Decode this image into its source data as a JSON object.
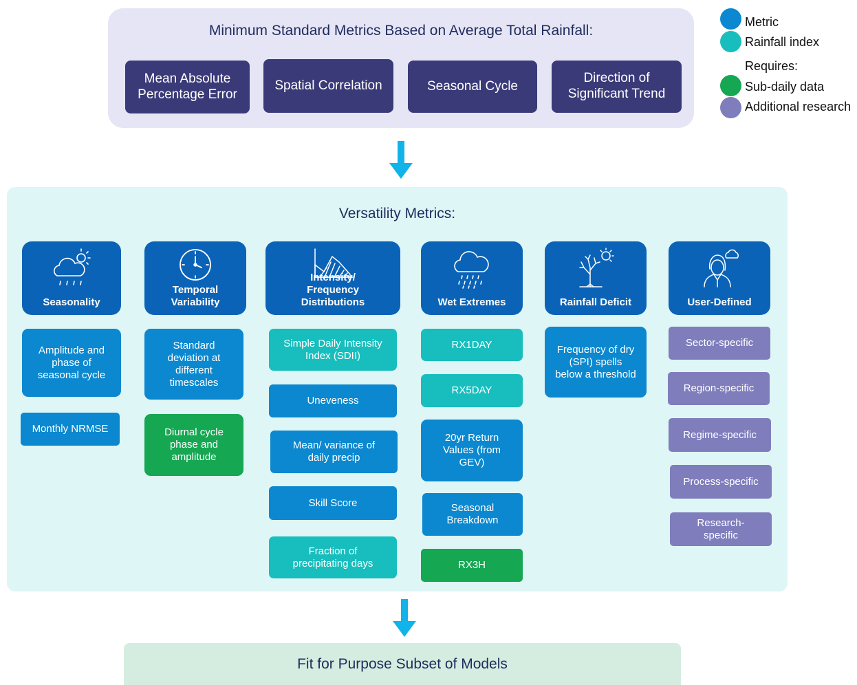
{
  "colors": {
    "metric": "#0b88cf",
    "rainfall_index": "#17bebd",
    "sub_daily": "#15a752",
    "additional_research": "#7f7dbc",
    "header": "#0a63b7",
    "minimum_box": "#3a3a78",
    "arrow": "#12b3e8"
  },
  "minimum": {
    "title": "Minimum Standard Metrics Based on Average Total Rainfall:",
    "boxes": [
      "Mean Absolute Percentage Error",
      "Spatial Correlation",
      "Seasonal Cycle",
      "Direction of Significant Trend"
    ]
  },
  "versatility": {
    "title": "Versatility Metrics:",
    "columns": [
      {
        "header": "Seasonality",
        "icon": "cloud-sun-rain-icon",
        "items": [
          {
            "text": "Amplitude and phase of seasonal cycle",
            "kind": "metric"
          },
          {
            "text": "Monthly NRMSE",
            "kind": "metric"
          }
        ]
      },
      {
        "header": "Temporal Variability",
        "icon": "clock-icon",
        "items": [
          {
            "text": "Standard deviation at different timescales",
            "kind": "metric"
          },
          {
            "text": "Diurnal cycle phase and amplitude",
            "kind": "sub-daily"
          }
        ]
      },
      {
        "header": "Intensity/ Frequency Distributions",
        "icon": "distribution-chart-icon",
        "items": [
          {
            "text": "Simple Daily Intensity Index (SDII)",
            "kind": "rainfall-index"
          },
          {
            "text": "Uneveness",
            "kind": "metric"
          },
          {
            "text": "Mean/ variance of daily precip",
            "kind": "metric"
          },
          {
            "text": "Skill Score",
            "kind": "metric"
          },
          {
            "text": "Fraction of precipitating days",
            "kind": "rainfall-index"
          }
        ]
      },
      {
        "header": "Wet Extremes",
        "icon": "heavy-rain-cloud-icon",
        "items": [
          {
            "text": "RX1DAY",
            "kind": "rainfall-index"
          },
          {
            "text": "RX5DAY",
            "kind": "rainfall-index"
          },
          {
            "text": "20yr Return Values (from GEV)",
            "kind": "metric"
          },
          {
            "text": "Seasonal Breakdown",
            "kind": "metric"
          },
          {
            "text": "RX3H",
            "kind": "sub-daily"
          }
        ]
      },
      {
        "header": "Rainfall Deficit",
        "icon": "dry-tree-sun-icon",
        "items": [
          {
            "text": "Frequency of dry (SPI) spells below a threshold",
            "kind": "metric"
          }
        ]
      },
      {
        "header": "User-Defined",
        "icon": "person-thought-icon",
        "items": [
          {
            "text": "Sector-specific",
            "kind": "additional-research"
          },
          {
            "text": "Region-specific",
            "kind": "additional-research"
          },
          {
            "text": "Regime-specific",
            "kind": "additional-research"
          },
          {
            "text": "Process-specific",
            "kind": "additional-research"
          },
          {
            "text": "Research-specific",
            "kind": "additional-research"
          }
        ]
      }
    ]
  },
  "outcome": {
    "title": "Fit for Purpose Subset of Models"
  },
  "legend": {
    "metric": "Metric",
    "rainfall_index": "Rainfall index",
    "requires": "Requires:",
    "sub_daily": "Sub-daily data",
    "additional_research": "Additional research"
  }
}
